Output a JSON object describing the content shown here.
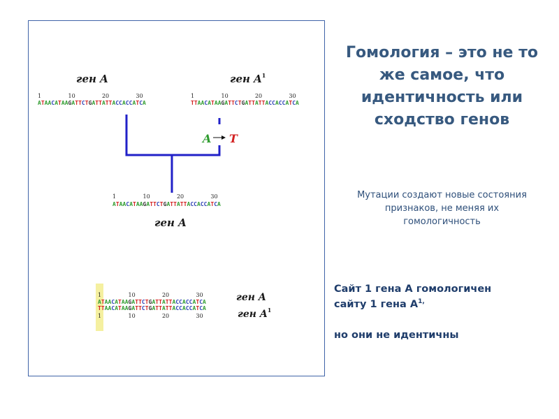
{
  "heading": "Гомология – это не то же самое, что идентичность или сходство генов",
  "subheading": "Мутации создают новые состояния признаков, не меняя их гомологичность",
  "note": {
    "line1": "Сайт 1 гена А гомологичен",
    "line2_prefix": "сайту 1 гена А",
    "line2_sup": "1,",
    "conclusion": "но они не идентичны"
  },
  "diagram": {
    "gene_a_label": "ген A",
    "gene_a1_label": "ген A",
    "gene_a1_sup": "1",
    "ticks": [
      "1",
      "10",
      "20",
      "30"
    ],
    "seq_a": "ATAACATAAGATTCTGATTATTACCACCATCA",
    "seq_a1": "TTAACATAAGATTCTGATTATTACCACCATCA",
    "seq_ancestor": "ATAACATAAGATTCTGATTATTACCACCATCA",
    "mutation_from": "A",
    "mutation_to": "T",
    "colors": {
      "A": "#2e9b2e",
      "T": "#d21f1f",
      "C": "#2b3fb5",
      "G": "#333333",
      "tree": "#2121c8",
      "highlight": "#f5f0a0",
      "mutation_from": "#2e9b2e",
      "mutation_to": "#d21f1f"
    }
  }
}
